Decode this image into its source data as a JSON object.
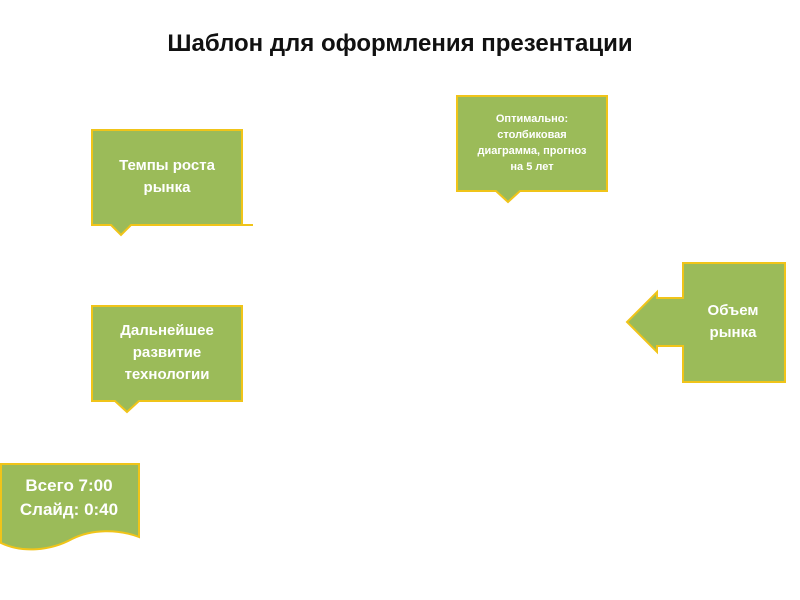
{
  "slide": {
    "title": "Шаблон для оформления презентации"
  },
  "callouts": {
    "market_growth": {
      "line1": "Темпы роста",
      "line2": "рынка"
    },
    "technology": {
      "line1": "Дальнейшее",
      "line2": "развитие",
      "line3": "технологии"
    },
    "optimal_chart": {
      "line1": "Оптимально:",
      "line2": "столбиковая",
      "line3": "диаграмма, прогноз",
      "line4": "на 5 лет"
    },
    "market_volume": {
      "line1": "Объем",
      "line2": "рынка"
    }
  },
  "timer": {
    "total": "Всего 7:00",
    "slide": "Слайд: 0:40"
  },
  "colors": {
    "fill": "#9bbb59",
    "border": "#f0c419",
    "text": "#ffffff",
    "title": "#111111"
  }
}
